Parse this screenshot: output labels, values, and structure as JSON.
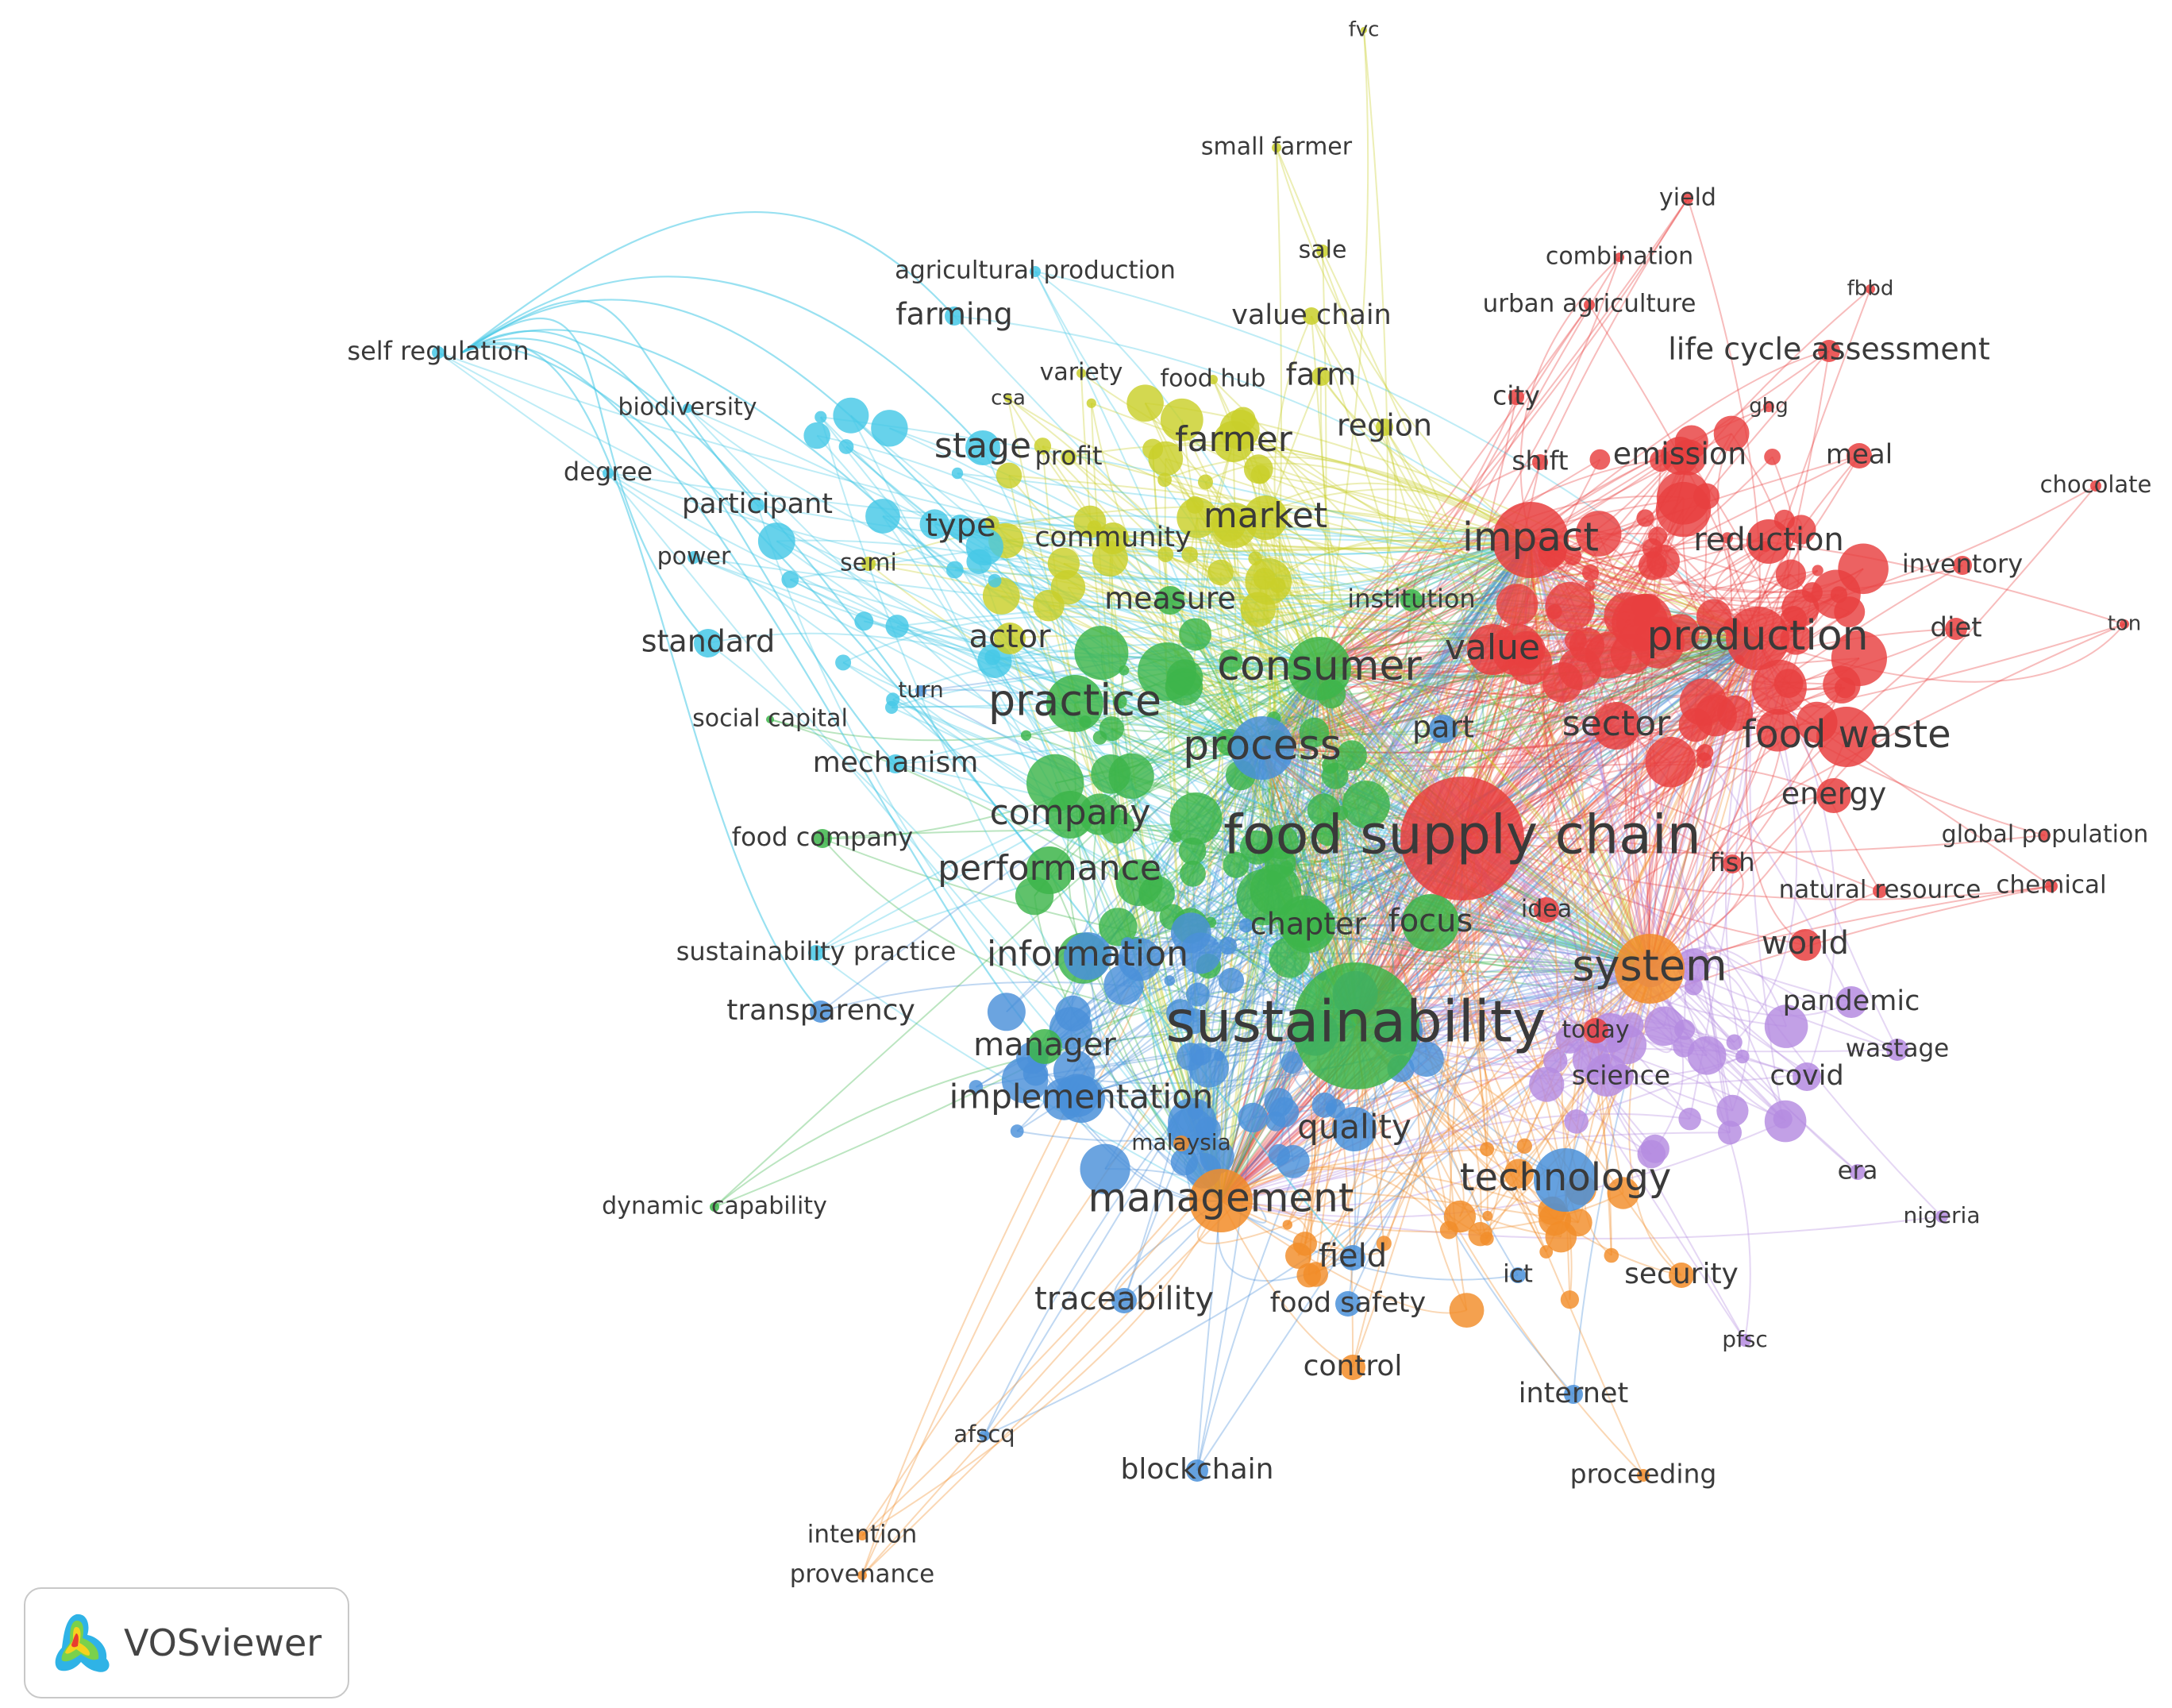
{
  "colors": {
    "red": "#e8403f",
    "green": "#3db54a",
    "blue": "#4a90d9",
    "yellow": "#c9cf2a",
    "purple": "#b58be0",
    "cyan": "#45c8e6",
    "orange": "#f28c28"
  },
  "logo": {
    "text": "VOSviewer",
    "icon": "vosviewer-density-icon"
  },
  "nodes": [
    {
      "label": "fvc",
      "c": "yellow",
      "w": 4
    },
    {
      "label": "small farmer",
      "c": "yellow",
      "w": 6
    },
    {
      "label": "yield",
      "c": "red",
      "w": 7
    },
    {
      "label": "sale",
      "c": "yellow",
      "w": 8
    },
    {
      "label": "combination",
      "c": "red",
      "w": 6
    },
    {
      "label": "agricultural production",
      "c": "cyan",
      "w": 7
    },
    {
      "label": "fbbd",
      "c": "red",
      "w": 6
    },
    {
      "label": "urban agriculture",
      "c": "red",
      "w": 7
    },
    {
      "label": "value chain",
      "c": "yellow",
      "w": 11
    },
    {
      "label": "farming",
      "c": "cyan",
      "w": 12
    },
    {
      "label": "self regulation",
      "c": "cyan",
      "w": 8
    },
    {
      "label": "life cycle assessment",
      "c": "red",
      "w": 14
    },
    {
      "label": "variety",
      "c": "yellow",
      "w": 6
    },
    {
      "label": "food hub",
      "c": "yellow",
      "w": 6
    },
    {
      "label": "farm",
      "c": "yellow",
      "w": 12
    },
    {
      "label": "city",
      "c": "red",
      "w": 10
    },
    {
      "label": "biodiversity",
      "c": "cyan",
      "w": 6
    },
    {
      "label": "csa",
      "c": "yellow",
      "w": 5
    },
    {
      "label": "ghg",
      "c": "red",
      "w": 7
    },
    {
      "label": "region",
      "c": "yellow",
      "w": 11
    },
    {
      "label": "degree",
      "c": "cyan",
      "w": 7
    },
    {
      "label": "stage",
      "c": "cyan",
      "w": 22
    },
    {
      "label": "profit",
      "c": "yellow",
      "w": 10
    },
    {
      "label": "farmer",
      "c": "yellow",
      "w": 26
    },
    {
      "label": "shift",
      "c": "red",
      "w": 10
    },
    {
      "label": "emission",
      "c": "red",
      "w": 24
    },
    {
      "label": "meal",
      "c": "red",
      "w": 16
    },
    {
      "label": "chocolate",
      "c": "red",
      "w": 7
    },
    {
      "label": "participant",
      "c": "cyan",
      "w": 9
    },
    {
      "label": "market",
      "c": "yellow",
      "w": 28
    },
    {
      "label": "type",
      "c": "cyan",
      "w": 16
    },
    {
      "label": "community",
      "c": "yellow",
      "w": 20
    },
    {
      "label": "impact",
      "c": "red",
      "w": 48
    },
    {
      "label": "reduction",
      "c": "red",
      "w": 28
    },
    {
      "label": "power",
      "c": "cyan",
      "w": 8
    },
    {
      "label": "semi",
      "c": "yellow",
      "w": 9
    },
    {
      "label": "inventory",
      "c": "red",
      "w": 12
    },
    {
      "label": "measure",
      "c": "green",
      "w": 18
    },
    {
      "label": "institution",
      "c": "green",
      "w": 14
    },
    {
      "label": "standard",
      "c": "cyan",
      "w": 18
    },
    {
      "label": "actor",
      "c": "yellow",
      "w": 20
    },
    {
      "label": "value",
      "c": "red",
      "w": 32
    },
    {
      "label": "production",
      "c": "red",
      "w": 40
    },
    {
      "label": "diet",
      "c": "red",
      "w": 14
    },
    {
      "label": "ton",
      "c": "red",
      "w": 6
    },
    {
      "label": "consumer",
      "c": "green",
      "w": 40
    },
    {
      "label": "turn",
      "c": "blue",
      "w": 7
    },
    {
      "label": "practice",
      "c": "green",
      "w": 36
    },
    {
      "label": "social capital",
      "c": "green",
      "w": 5
    },
    {
      "label": "part",
      "c": "blue",
      "w": 18
    },
    {
      "label": "sector",
      "c": "red",
      "w": 30
    },
    {
      "label": "food waste",
      "c": "red",
      "w": 38
    },
    {
      "label": "process",
      "c": "blue",
      "w": 40
    },
    {
      "label": "mechanism",
      "c": "cyan",
      "w": 12
    },
    {
      "label": "energy",
      "c": "red",
      "w": 22
    },
    {
      "label": "company",
      "c": "green",
      "w": 30
    },
    {
      "label": "food company",
      "c": "green",
      "w": 12
    },
    {
      "label": "global population",
      "c": "red",
      "w": 7
    },
    {
      "label": "food supply chain",
      "c": "red",
      "w": 78
    },
    {
      "label": "fish",
      "c": "red",
      "w": 12
    },
    {
      "label": "performance",
      "c": "green",
      "w": 30
    },
    {
      "label": "natural resource",
      "c": "red",
      "w": 9
    },
    {
      "label": "chemical",
      "c": "red",
      "w": 8
    },
    {
      "label": "idea",
      "c": "red",
      "w": 16
    },
    {
      "label": "chapter",
      "c": "green",
      "w": 34
    },
    {
      "label": "focus",
      "c": "green",
      "w": 36
    },
    {
      "label": "world",
      "c": "red",
      "w": 20
    },
    {
      "label": "information",
      "c": "blue",
      "w": 30
    },
    {
      "label": "sustainability practice",
      "c": "cyan",
      "w": 10
    },
    {
      "label": "system",
      "c": "orange",
      "w": 44
    },
    {
      "label": "pandemic",
      "c": "purple",
      "w": 20
    },
    {
      "label": "sustainability",
      "c": "green",
      "w": 80
    },
    {
      "label": "transparency",
      "c": "blue",
      "w": 14
    },
    {
      "label": "today",
      "c": "red",
      "w": 16
    },
    {
      "label": "wastage",
      "c": "purple",
      "w": 14
    },
    {
      "label": "manager",
      "c": "green",
      "w": 22
    },
    {
      "label": "science",
      "c": "purple",
      "w": 16
    },
    {
      "label": "covid",
      "c": "purple",
      "w": 18
    },
    {
      "label": "implementation",
      "c": "blue",
      "w": 30
    },
    {
      "label": "malaysia",
      "c": "orange",
      "w": 10
    },
    {
      "label": "quality",
      "c": "blue",
      "w": 28
    },
    {
      "label": "era",
      "c": "purple",
      "w": 10
    },
    {
      "label": "technology",
      "c": "blue",
      "w": 40
    },
    {
      "label": "management",
      "c": "orange",
      "w": 40
    },
    {
      "label": "nigeria",
      "c": "purple",
      "w": 8
    },
    {
      "label": "dynamic capability",
      "c": "green",
      "w": 6
    },
    {
      "label": "field",
      "c": "blue",
      "w": 16
    },
    {
      "label": "ict",
      "c": "blue",
      "w": 10
    },
    {
      "label": "security",
      "c": "orange",
      "w": 16
    },
    {
      "label": "traceability",
      "c": "blue",
      "w": 16
    },
    {
      "label": "food safety",
      "c": "blue",
      "w": 16
    },
    {
      "label": "pfsc",
      "c": "purple",
      "w": 8
    },
    {
      "label": "control",
      "c": "orange",
      "w": 16
    },
    {
      "label": "internet",
      "c": "blue",
      "w": 12
    },
    {
      "label": "afscq",
      "c": "blue",
      "w": 7
    },
    {
      "label": "blockchain",
      "c": "blue",
      "w": 14
    },
    {
      "label": "proceeding",
      "c": "orange",
      "w": 8
    },
    {
      "label": "intention",
      "c": "orange",
      "w": 6
    },
    {
      "label": "provenance",
      "c": "orange",
      "w": 6
    }
  ]
}
